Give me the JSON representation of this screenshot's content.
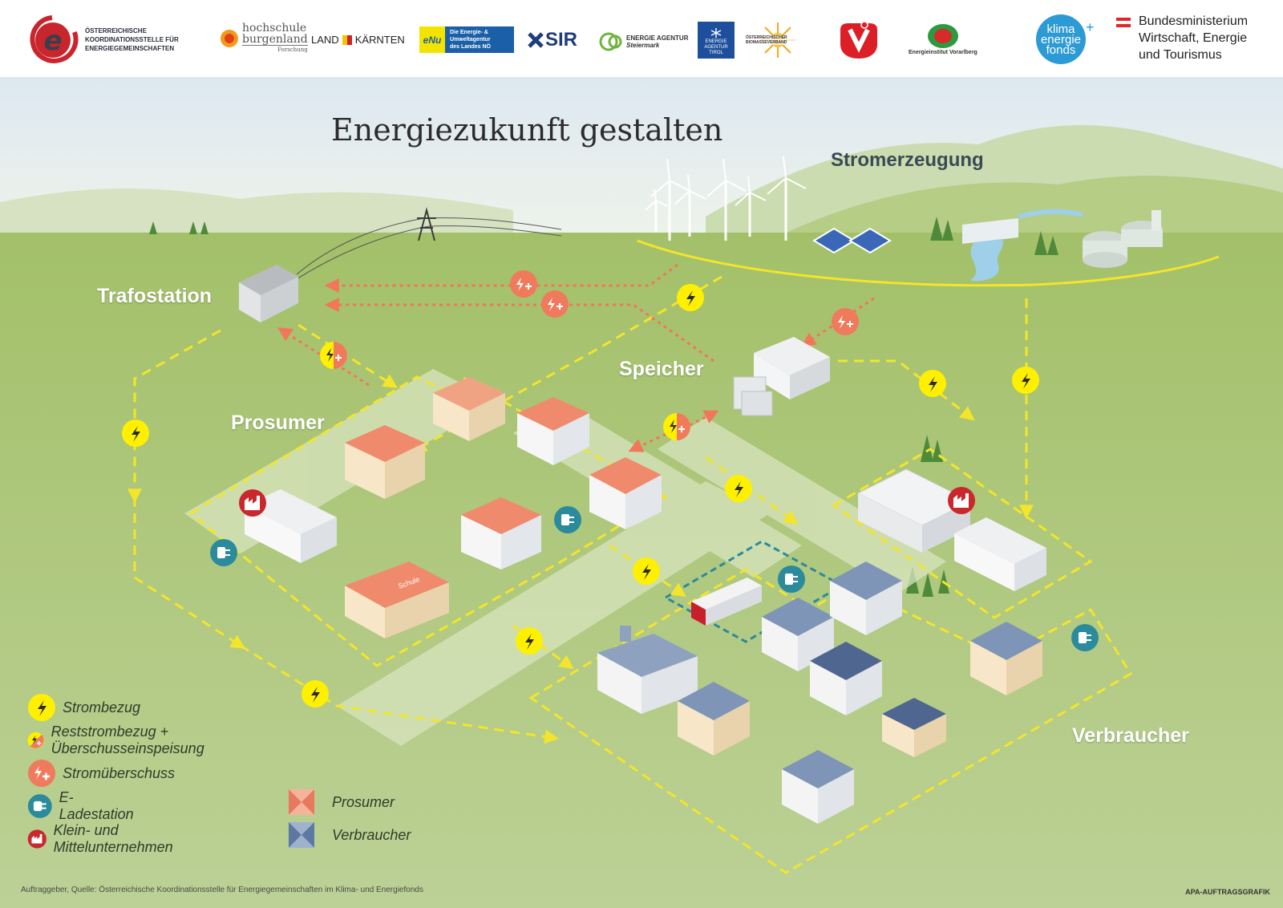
{
  "header": {
    "logo_e_text": "e",
    "koordination": [
      "ÖSTERREICHISCHE",
      "KOORDINATIONSSTELLE FÜR",
      "ENERGIEGEMEINSCHAFTEN"
    ],
    "hochschule": [
      "hochschule",
      "burgenland"
    ],
    "hochschule_sub": "Forschung",
    "land_kaernten": [
      "LAND",
      "KÄRNTEN"
    ],
    "enu_mark": "eNu",
    "enu": [
      "Die Energie- &",
      "Umweltagentur",
      "des Landes NÖ"
    ],
    "sir": "SIR",
    "energie_agentur_stmk": [
      "ENERGIE AGENTUR",
      "Steiermark"
    ],
    "energie_agentur_tirol": [
      "ENERGIE",
      "AGENTUR",
      "TIROL"
    ],
    "biomasse": "ÖSTERREICHISCHER BIOMASSEVERBAND",
    "energieinstitut": "Energieinstitut Vorarlberg",
    "klima": [
      "klima",
      "energie",
      "fonds"
    ],
    "klima_plus": "+",
    "ministry": [
      "Bundesministerium",
      "Wirtschaft, Energie",
      "und Tourismus"
    ]
  },
  "title": "Energiezukunft gestalten",
  "zones": {
    "stromerzeugung": "Stromerzeugung",
    "trafostation": "Trafostation",
    "speicher": "Speicher",
    "prosumer": "Prosumer",
    "verbraucher": "Verbraucher"
  },
  "legend": {
    "items": [
      {
        "icon": "lightning-icon",
        "label": "Strombezug"
      },
      {
        "icon": "lightning-plus-icon",
        "label": "Reststrombezug + Überschusseinspeisung"
      },
      {
        "icon": "surplus-icon",
        "label": "Stromüberschuss"
      },
      {
        "icon": "plug-icon",
        "label": "E-Ladestation"
      },
      {
        "icon": "factory-icon",
        "label": "Klein- und Mittelunternehmen"
      }
    ],
    "swatches": [
      {
        "label": "Prosumer",
        "colors": [
          "#f6b39b",
          "#e9795c"
        ]
      },
      {
        "label": "Verbraucher",
        "colors": [
          "#9fb2cd",
          "#5d78a3"
        ]
      }
    ]
  },
  "labels": {
    "school_sign": "Schule"
  },
  "footer": {
    "source": "Auftraggeber, Quelle: Österreichische Koordinationsstelle für Energiegemeinschaften im Klima- und Energiefonds",
    "agency": "APA-AUFTRAGSGRAFIK"
  },
  "colors": {
    "strombezug": "#fff000",
    "ueberschuss": "#f07a5c",
    "ladestation": "#2b8a9c",
    "kmu": "#c8282e",
    "grass": "#a9c46c",
    "sky": "#e6eef4",
    "flow_line": "#f3e52b"
  }
}
